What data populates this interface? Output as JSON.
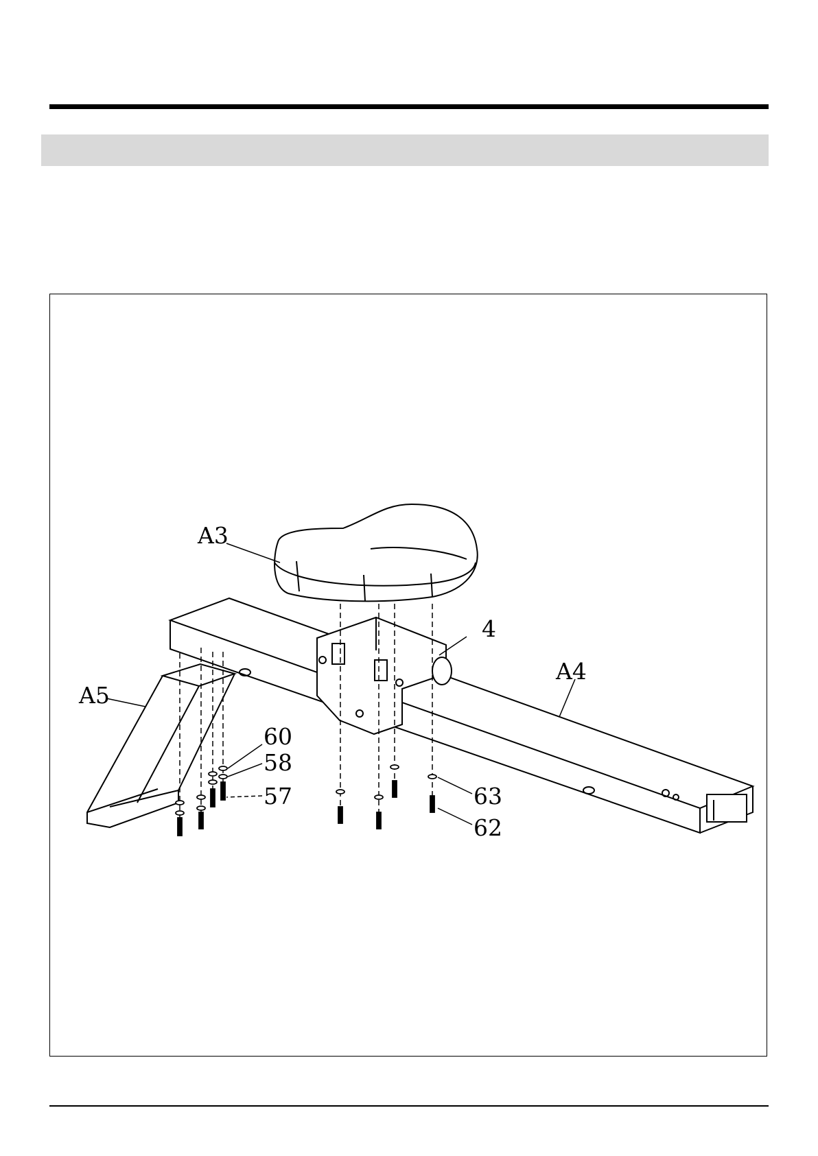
{
  "figure": {
    "callouts": {
      "seat": "A3",
      "slide_carriage": "4",
      "rail": "A4",
      "rear_leg": "A5",
      "washer_60": "60",
      "washer_58": "58",
      "bolt_57": "57",
      "washer_63": "63",
      "bolt_62": "62"
    }
  }
}
